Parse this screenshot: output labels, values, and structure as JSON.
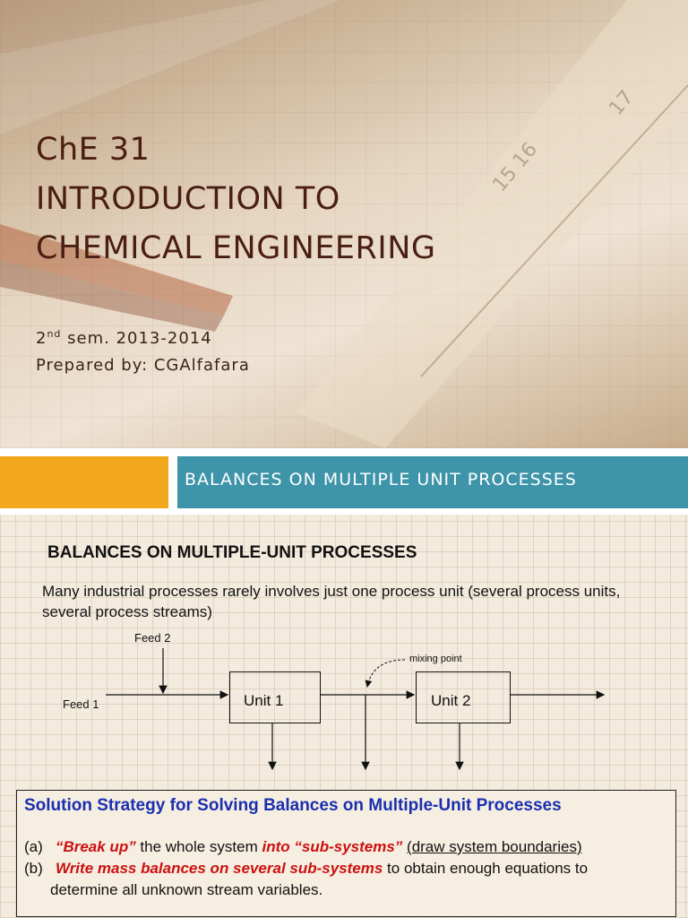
{
  "slide1": {
    "title_lines": [
      "ChE 31",
      "INTRODUCTION TO",
      "CHEMICAL ENGINEERING"
    ],
    "semester_ordinal": "2",
    "semester_suffix": "nd",
    "semester_rest": " sem. 2013-2014",
    "prepared_by": "Prepared by: CGAlfafara"
  },
  "section_band": {
    "label": "BALANCES ON MULTIPLE UNIT PROCESSES",
    "colors": {
      "orange": "#f2a81d",
      "teal": "#3e94a8"
    }
  },
  "slide3": {
    "heading": "BALANCES ON MULTIPLE-UNIT PROCESSES",
    "intro": "Many industrial processes rarely involves just one process unit (several process units, several process streams)",
    "diagram": {
      "feed1": "Feed 1",
      "feed2": "Feed 2",
      "mixing_point": "mixing point",
      "unit1": "Unit 1",
      "unit2": "Unit 2"
    },
    "strategy": {
      "title": "Solution Strategy for Solving Balances on Multiple-Unit Processes",
      "a_marker": "(a)",
      "a_red1": "“Break up”",
      "a_text1": " the whole system ",
      "a_red2": "into “sub-systems”",
      "a_underlined": "(draw system boundaries)",
      "b_marker": "(b)",
      "b_red": "Write mass balances on several sub-systems",
      "b_text": " to obtain enough equations to",
      "b_text2": "determine all unknown stream variables."
    },
    "colors": {
      "title_blue": "#1a2fb0",
      "emphasis_red": "#cc1010"
    }
  }
}
